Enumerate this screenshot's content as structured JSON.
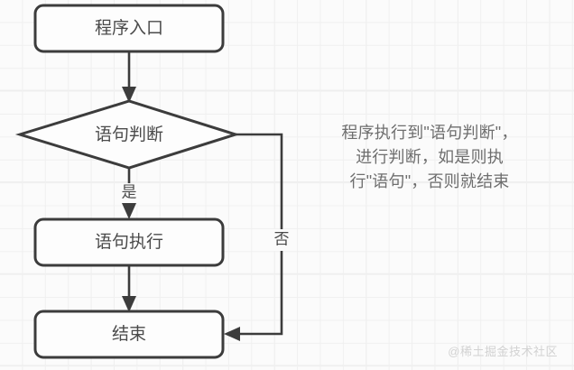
{
  "diagram": {
    "type": "flowchart",
    "title_text": "",
    "nodes": [
      {
        "id": "start",
        "shape": "rounded-rect",
        "label": "程序入口"
      },
      {
        "id": "decision",
        "shape": "diamond",
        "label": "语句判断"
      },
      {
        "id": "execute",
        "shape": "rounded-rect",
        "label": "语句执行"
      },
      {
        "id": "end",
        "shape": "rounded-rect",
        "label": "结束"
      }
    ],
    "edges": [
      {
        "id": "e1",
        "from": "start",
        "to": "decision",
        "label": ""
      },
      {
        "id": "e2",
        "from": "decision",
        "to": "execute",
        "label": "是"
      },
      {
        "id": "e3",
        "from": "execute",
        "to": "end",
        "label": ""
      },
      {
        "id": "e4",
        "from": "decision",
        "to": "end",
        "label": "否"
      }
    ],
    "colors": {
      "stroke": "#3c3c3c",
      "fill": "#fdfdfd",
      "text": "#4a4a4a",
      "note_text": "#6e6e6e",
      "grid_minor": "#f0f0f0",
      "grid_major": "#ececec",
      "background": "#fbfbfb",
      "watermark": "#d2d2d2"
    }
  },
  "note": {
    "text": "程序执行到\"语句判断\"，\n进行判断，如是则执\n行\"语句\"，否则就结束"
  },
  "watermark": {
    "text": "@稀土掘金技术社区"
  }
}
